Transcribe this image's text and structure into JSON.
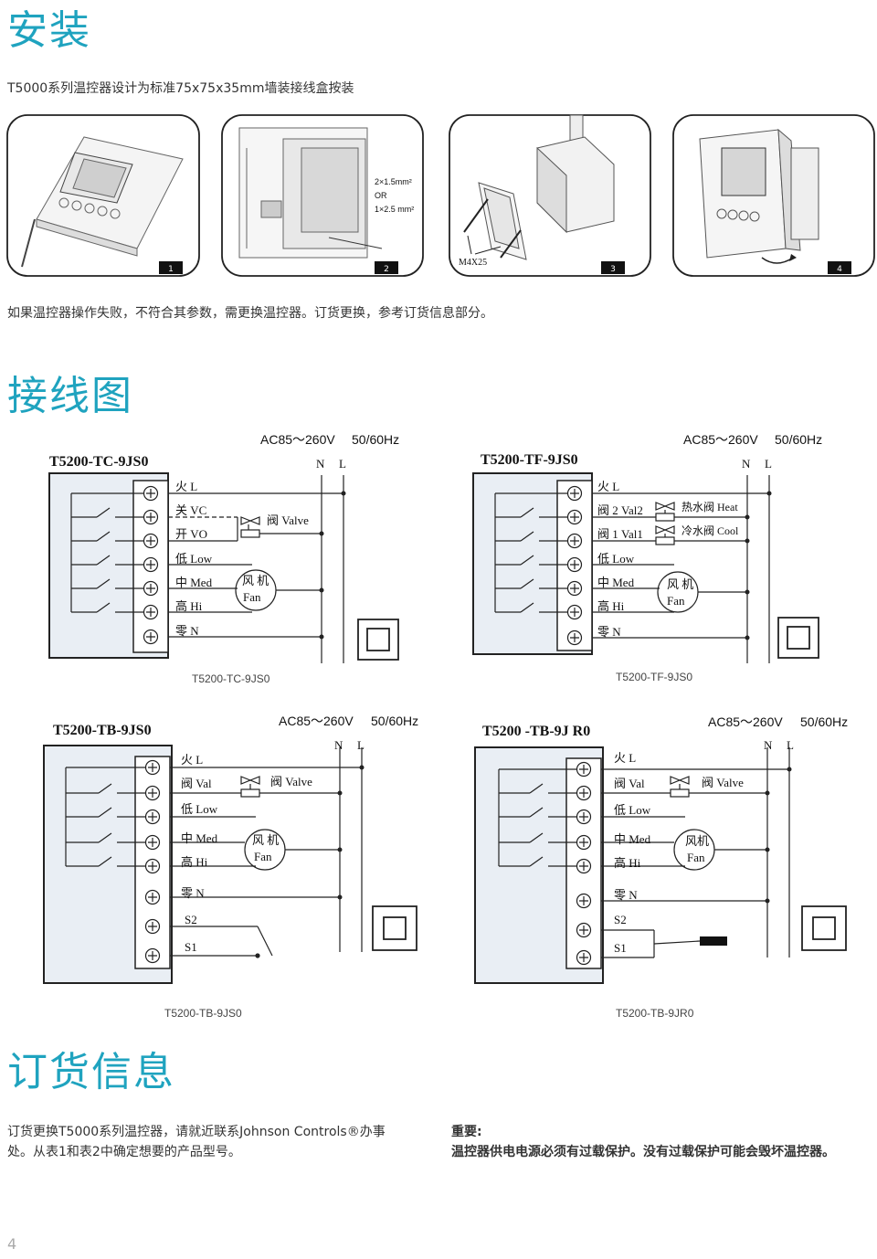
{
  "install": {
    "title": "安装",
    "desc": "T5000系列温控器设计为标准75x75x35mm墙装接线盒按装",
    "steps": [
      "1",
      "2",
      "3",
      "4"
    ],
    "wire_spec": [
      "2×1.5mm²",
      "OR",
      "1×2.5 mm²"
    ],
    "screw": "M4X25",
    "failure_note": "如果温控器操作失败，不符合其参数，需更换温控器。订货更换，参考订货信息部分。"
  },
  "wiring": {
    "title": "接线图",
    "supply": "AC85～260V",
    "freq": "50/60Hz",
    "N": "N",
    "L": "L",
    "diagrams": [
      {
        "model": "T5200-TC-9JS0",
        "caption": "T5200-TC-9JS0",
        "terms": [
          "火 L",
          "关 VC",
          "开 VO",
          "低 Low",
          "中 Med",
          "高 Hi",
          "零 N"
        ],
        "valve": "阀  Valve",
        "fan": [
          "风 机",
          "Fan"
        ]
      },
      {
        "model": "T5200-TF-9JS0",
        "caption": "T5200-TF-9JS0",
        "terms": [
          "火 L",
          "阀 2 Val2",
          "阀 1 Val1",
          "低 Low",
          "中 Med",
          "高 Hi",
          "零 N"
        ],
        "valve_heat": "热水阀 Heat",
        "valve_cool": "冷水阀 Cool",
        "fan": [
          "风 机",
          "Fan"
        ]
      },
      {
        "model": "T5200-TB-9JS0",
        "caption": "T5200-TB-9JS0",
        "terms": [
          "火 L",
          "阀 Val",
          "低 Low",
          "中 Med",
          "高 Hi",
          "零 N",
          "S2",
          "S1"
        ],
        "valve": "阀  Valve",
        "fan": [
          "风 机",
          "Fan"
        ]
      },
      {
        "model": "T5200 -TB-9J R0",
        "caption": "T5200-TB-9JR0",
        "terms": [
          "火 L",
          "阀 Val",
          "低 Low",
          "中 Med",
          "高 Hi",
          "零 N",
          "S2",
          "S1"
        ],
        "valve": "阀  Valve",
        "fan": [
          "风机",
          "Fan"
        ]
      }
    ]
  },
  "order": {
    "title": "订货信息",
    "desc_line1": "订货更换T5000系列温控器，请就近联系Johnson Controls®办事",
    "desc_line2": "处。从表1和表2中确定想要的产品型号。",
    "important_label": "重要:",
    "important_text": "温控器供电电源必须有过载保护。没有过载保护可能会毁坏温控器。"
  },
  "page_number": "4"
}
